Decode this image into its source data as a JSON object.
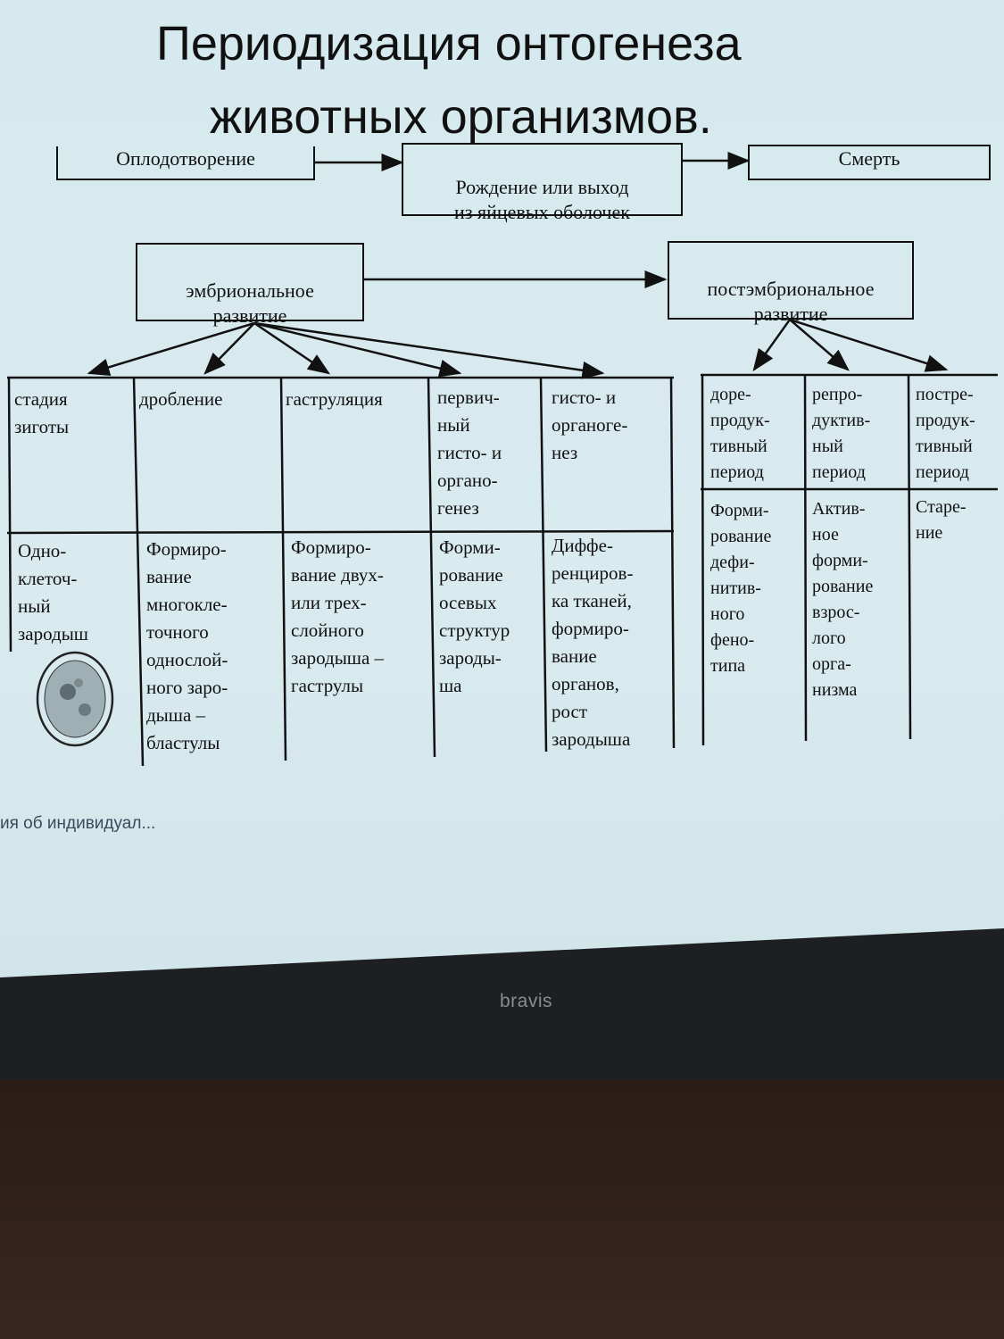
{
  "title": {
    "line1": "Периодизация онтогенеза",
    "line2": "животных организмов."
  },
  "top_flow": {
    "fertilization": "Оплодотворение",
    "birth": "Рождение или выход\nиз яйцевых оболочек",
    "death": "Смерть"
  },
  "embryonic": {
    "label": "эмбриональное\nразвитие",
    "stages": [
      {
        "name": "стадия\nзиготы",
        "description": "Одно-\nклеточ-\nный\nзародыш"
      },
      {
        "name": "дробление",
        "description": "Формиро-\nвание\nмногокле-\nточного\nоднослой-\nного заро-\nдыша –\nбластулы"
      },
      {
        "name": "гаструляция",
        "description": "Формиро-\nвание двух-\nили трех-\nслойного\nзародыша –\nгаструлы"
      },
      {
        "name": "первич-\nный\nгисто- и\nоргано-\nгенез",
        "description": "Форми-\nрование\nосевых\nструктур\nзароды-\nша"
      },
      {
        "name": "гисто- и\nорганоге-\nнез",
        "description": "Диффе-\nренциров-\nка тканей,\nформиро-\nвание\nорганов,\nрост\nзародыша"
      }
    ]
  },
  "postembryonic": {
    "label": "постэмбриональное\nразвитие",
    "periods": [
      {
        "name": "доре-\nпродук-\nтивный\nпериод",
        "description": "Форми-\nрование\nдефи-\nнитив-\nного\nфено-\nтипа"
      },
      {
        "name": "репро-\nдуктив-\nный\nпериод",
        "description": "Актив-\nное\nформи-\nрование\nвзрос-\nлого\nорга-\nнизма"
      },
      {
        "name": "постре-\nпродук-\nтивный\nпериод",
        "description": "Старе-\nние"
      }
    ]
  },
  "caption": "ия об индивидуал...",
  "monitor_brand": "bravis"
}
